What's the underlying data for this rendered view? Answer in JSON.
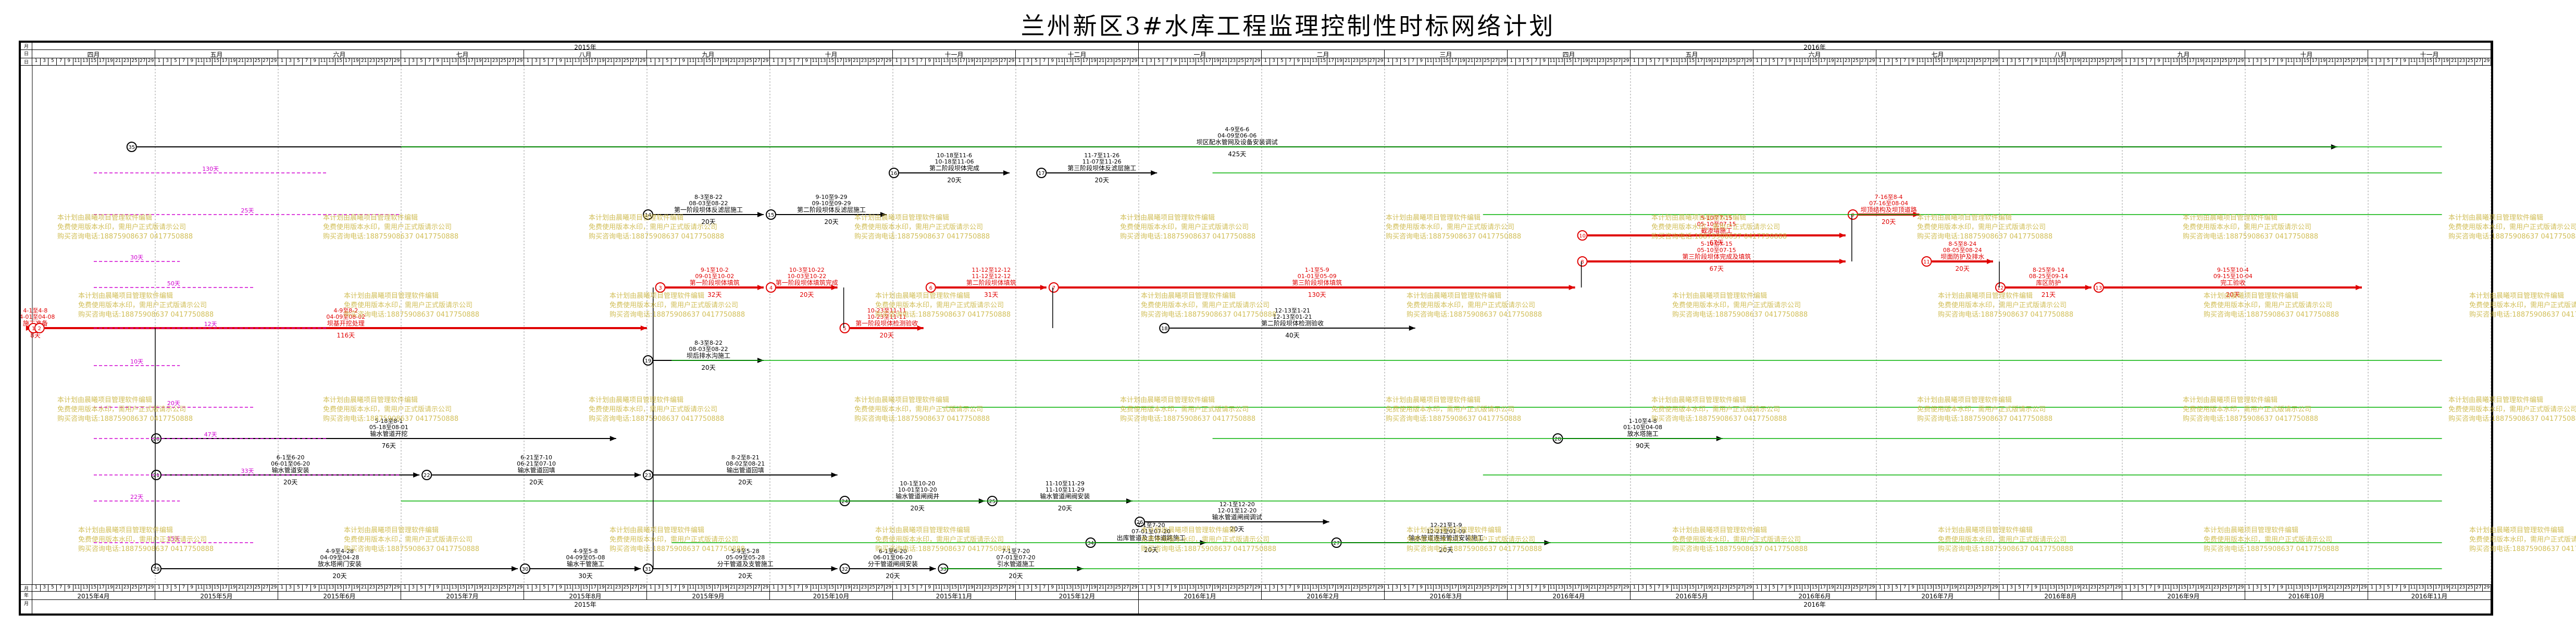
{
  "title": "兰州新区3#水库工程监理控制性时标网络计划",
  "years": [
    "2015年",
    "2016年"
  ],
  "months_top": [
    "四月",
    "五月",
    "六月",
    "七月",
    "八月",
    "九月",
    "十月",
    "十一月",
    "十二月",
    "一月",
    "二月",
    "三月",
    "四月",
    "五月",
    "六月",
    "七月",
    "八月",
    "九月",
    "十月",
    "十一月"
  ],
  "months_bottom": [
    "2015年4月",
    "2015年5月",
    "2015年6月",
    "2015年7月",
    "2015年8月",
    "2015年9月",
    "2015年10月",
    "2015年11月",
    "2015年12月",
    "2016年1月",
    "2016年2月",
    "2016年3月",
    "2016年4月",
    "2016年5月",
    "2016年6月",
    "2016年7月",
    "2016年8月",
    "2016年9月",
    "2016年10月",
    "2016年11月"
  ],
  "day_ticks": [
    "1",
    "3",
    "5",
    "7",
    "9",
    "11",
    "13",
    "15",
    "17",
    "19",
    "21",
    "23",
    "25",
    "27",
    "29"
  ],
  "side_labels": [
    "月",
    "日",
    "日",
    "月",
    "年"
  ],
  "watermark": [
    "本计划由晨曦项目管理软件编辑",
    "免费使用版本水印，需用户正式版请示公司",
    "购买咨询电话:18875908637 0417750888"
  ],
  "colors": {
    "critical": "#e00000",
    "normal": "#000000",
    "free_float": "#d000d0",
    "float": "#00b000",
    "watermark": "#c9b33a"
  },
  "activities": [
    {
      "id": "a1",
      "label": "施工准备",
      "dur": "8天",
      "s1": "4-1至4-8",
      "s2": "04-01至04-08",
      "lane": "critical"
    },
    {
      "id": "a2",
      "label": "坝基开挖处理",
      "dur": "116天",
      "s1": "4-9至8-2",
      "s2": "04-09至08-02",
      "lane": "critical"
    },
    {
      "id": "a3",
      "label": "第一阶段坝体填筑",
      "dur": "32天",
      "s1": "9-1至10-2",
      "s2": "09-01至10-02",
      "lane": "critical"
    },
    {
      "id": "a4",
      "label": "第一阶段坝体填筑完成",
      "dur": "20天",
      "s1": "10-3至10-22",
      "s2": "10-03至10-22",
      "lane": "critical"
    },
    {
      "id": "a5",
      "label": "第一阶段坝体检测验收",
      "dur": "20天",
      "s1": "10-23至11-11",
      "s2": "10-23至11-11",
      "lane": "critical"
    },
    {
      "id": "a6",
      "label": "第二阶段坝体填筑",
      "dur": "31天",
      "s1": "11-12至12-12",
      "s2": "11-12至12-12",
      "lane": "critical"
    },
    {
      "id": "a7",
      "label": "第三阶段坝体填筑",
      "dur": "130天",
      "s1": "1-1至5-9",
      "s2": "01-01至05-09",
      "lane": "critical"
    },
    {
      "id": "a8",
      "label": "第三阶段坝体完成及填筑",
      "dur": "67天",
      "s1": "5-10至7-15",
      "s2": "05-10至07-15",
      "lane": "critical"
    },
    {
      "id": "a9",
      "label": "坝顶结构及坝顶道路",
      "dur": "20天",
      "s1": "7-16至8-4",
      "s2": "07-16至08-04",
      "lane": "critical"
    },
    {
      "id": "a10",
      "label": "截渗墙施工",
      "dur": "67天",
      "s1": "5-10至7-15",
      "s2": "05-10至07-15",
      "lane": "critical"
    },
    {
      "id": "a11",
      "label": "坝面防护及排水",
      "dur": "20天",
      "s1": "8-5至8-24",
      "s2": "08-05至08-24",
      "lane": "critical"
    },
    {
      "id": "a12",
      "label": "库区防护",
      "dur": "21天",
      "s1": "8-25至9-14",
      "s2": "08-25至09-14",
      "lane": "critical"
    },
    {
      "id": "a13",
      "label": "完工验收",
      "dur": "20天",
      "s1": "9-15至10-4",
      "s2": "09-15至10-04",
      "lane": "critical"
    },
    {
      "id": "a14",
      "label": "第一阶段坝体反滤层施工",
      "dur": "20天",
      "s1": "8-3至8-22",
      "s2": "08-03至08-22",
      "lane": "normal"
    },
    {
      "id": "a15",
      "label": "第二阶段坝体反滤层施工",
      "dur": "20天",
      "s1": "9-10至9-29",
      "s2": "09-10至09-29",
      "lane": "normal"
    },
    {
      "id": "a16",
      "label": "第二阶段坝体完成",
      "dur": "20天",
      "s1": "10-18至11-6",
      "s2": "10-18至11-06",
      "lane": "normal"
    },
    {
      "id": "a17",
      "label": "第三阶段坝体反滤层施工",
      "dur": "20天",
      "s1": "11-7至11-26",
      "s2": "11-07至11-26",
      "lane": "normal"
    },
    {
      "id": "a18",
      "label": "第二阶段坝体检测验收",
      "dur": "40天",
      "s1": "12-13至1-21",
      "s2": "12-13至01-21",
      "lane": "normal"
    },
    {
      "id": "a19",
      "label": "坝后排水沟施工",
      "dur": "20天",
      "s1": "8-3至8-22",
      "s2": "08-03至08-22",
      "lane": "normal"
    },
    {
      "id": "a20",
      "label": "输水管道开挖",
      "dur": "76天",
      "s1": "5-18至8-1",
      "s2": "05-18至08-01",
      "lane": "normal"
    },
    {
      "id": "a21",
      "label": "输水管道安装",
      "dur": "20天",
      "s1": "6-1至6-20",
      "s2": "06-01至06-20",
      "lane": "normal"
    },
    {
      "id": "a22",
      "label": "输水管道回填",
      "dur": "20天",
      "s1": "6-21至7-10",
      "s2": "06-21至07-10",
      "lane": "normal"
    },
    {
      "id": "a23",
      "label": "输出管道回填",
      "dur": "20天",
      "s1": "8-2至8-21",
      "s2": "08-02至08-21",
      "lane": "normal"
    },
    {
      "id": "a24",
      "label": "输水管道闸阀井",
      "dur": "20天",
      "s1": "10-1至10-20",
      "s2": "10-01至10-20",
      "lane": "normal"
    },
    {
      "id": "a25",
      "label": "输水管道闸阀安装",
      "dur": "20天",
      "s1": "11-10至11-29",
      "s2": "11-10至11-29",
      "lane": "normal"
    },
    {
      "id": "a26",
      "label": "输水管道闸阀调试",
      "dur": "20天",
      "s1": "12-1至12-20",
      "s2": "12-01至12-20",
      "lane": "normal"
    },
    {
      "id": "a27",
      "label": "输水管道连接管道安装施工",
      "dur": "20天",
      "s1": "12-21至1-9",
      "s2": "12-21至01-09",
      "lane": "normal"
    },
    {
      "id": "a28",
      "label": "放水塔施工",
      "dur": "90天",
      "s1": "1-10至4-8",
      "s2": "01-10至04-08",
      "lane": "normal"
    },
    {
      "id": "a29",
      "label": "放水塔闸门安装",
      "dur": "20天",
      "s1": "4-9至4-28",
      "s2": "04-09至04-28",
      "lane": "normal"
    },
    {
      "id": "a30",
      "label": "输水干管施工",
      "dur": "30天",
      "s1": "4-9至5-8",
      "s2": "04-09至05-08",
      "lane": "normal"
    },
    {
      "id": "a31",
      "label": "分干管道及支管施工",
      "dur": "20天",
      "s1": "5-9至5-28",
      "s2": "05-09至05-28",
      "lane": "normal"
    },
    {
      "id": "a32",
      "label": "分干管道闸阀安装",
      "dur": "20天",
      "s1": "6-1至6-20",
      "s2": "06-01至06-20",
      "lane": "normal"
    },
    {
      "id": "a33",
      "label": "引水管道施工",
      "dur": "20天",
      "s1": "7-1至7-20",
      "s2": "07-01至07-20",
      "lane": "normal"
    },
    {
      "id": "a34",
      "label": "出库管道及主体道路施工",
      "dur": "20天",
      "s1": "7-1至7-20",
      "s2": "07-01至07-20",
      "lane": "normal"
    },
    {
      "id": "a35",
      "label": "坝区配水管网及设备安装调试",
      "dur": "425天",
      "s1": "4-9至6-6",
      "s2": "04-09至06-06",
      "lane": "normal"
    }
  ],
  "float_labels": [
    "10天",
    "20天",
    "47天",
    "33天",
    "22天",
    "15天",
    "130天",
    "25天",
    "30天",
    "50天",
    "12天"
  ],
  "node_numbers": [
    "1",
    "2",
    "3",
    "4",
    "5",
    "6",
    "7",
    "8",
    "9",
    "10",
    "11",
    "12",
    "13",
    "14",
    "15",
    "16",
    "17",
    "18",
    "19",
    "20",
    "21",
    "22",
    "23",
    "24",
    "25",
    "26",
    "27",
    "28",
    "29",
    "30",
    "31",
    "32",
    "33",
    "34",
    "35",
    "36",
    "37",
    "38",
    "39",
    "40",
    "41",
    "42",
    "43",
    "44",
    "45"
  ]
}
